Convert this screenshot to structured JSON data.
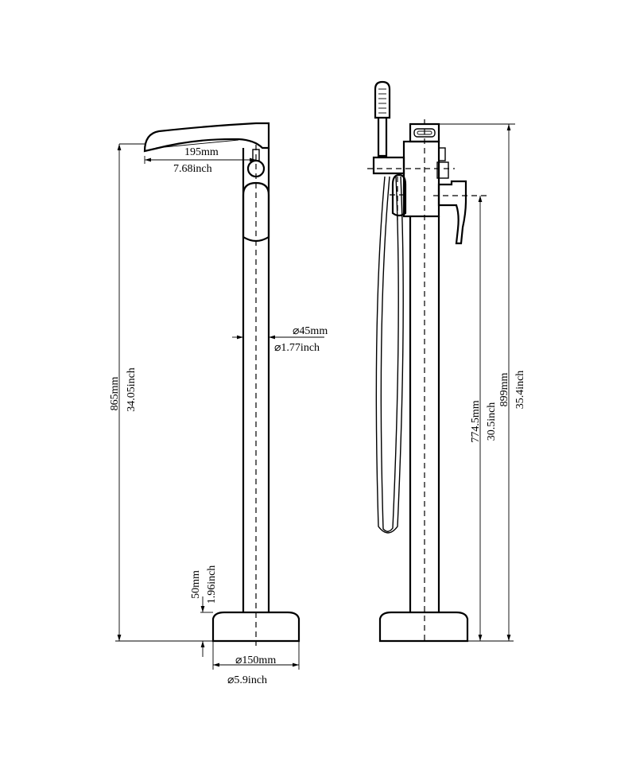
{
  "front_view": {
    "spout_reach_mm": "195mm",
    "spout_reach_inch": "7.68inch",
    "pipe_diameter_mm": "⌀45mm",
    "pipe_diameter_inch": "⌀1.77inch",
    "total_height_mm": "865mm",
    "total_height_inch": "34.05inch",
    "base_height_mm": "50mm",
    "base_height_inch": "1.96inch",
    "base_diameter_mm": "⌀150mm",
    "base_diameter_inch": "⌀5.9inch"
  },
  "side_view": {
    "handle_height_mm": "774.5mm",
    "handle_height_inch": "30.5inch",
    "overall_height_mm": "899mm",
    "overall_height_inch": "35.4inch"
  }
}
